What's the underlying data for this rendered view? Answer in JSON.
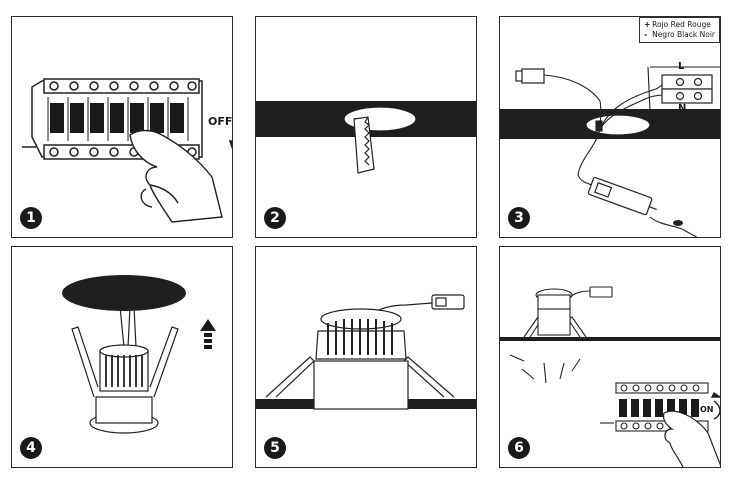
{
  "steps": [
    {
      "number": "1",
      "label": "OFF"
    },
    {
      "number": "2"
    },
    {
      "number": "3",
      "legend": {
        "plus_symbol": "+",
        "plus_text": "Rojo Red Rouge",
        "minus_symbol": "-",
        "minus_text": "Negro Black Noir"
      },
      "terminal_L": "L",
      "terminal_N": "N"
    },
    {
      "number": "4"
    },
    {
      "number": "5"
    },
    {
      "number": "6",
      "label": "ON"
    }
  ],
  "icons": [
    "breaker-panel-icon",
    "hand-icon",
    "saw-icon",
    "connector-icon",
    "driver-icon",
    "arrow-up-icon",
    "downlight-icon",
    "light-rays-icon"
  ]
}
